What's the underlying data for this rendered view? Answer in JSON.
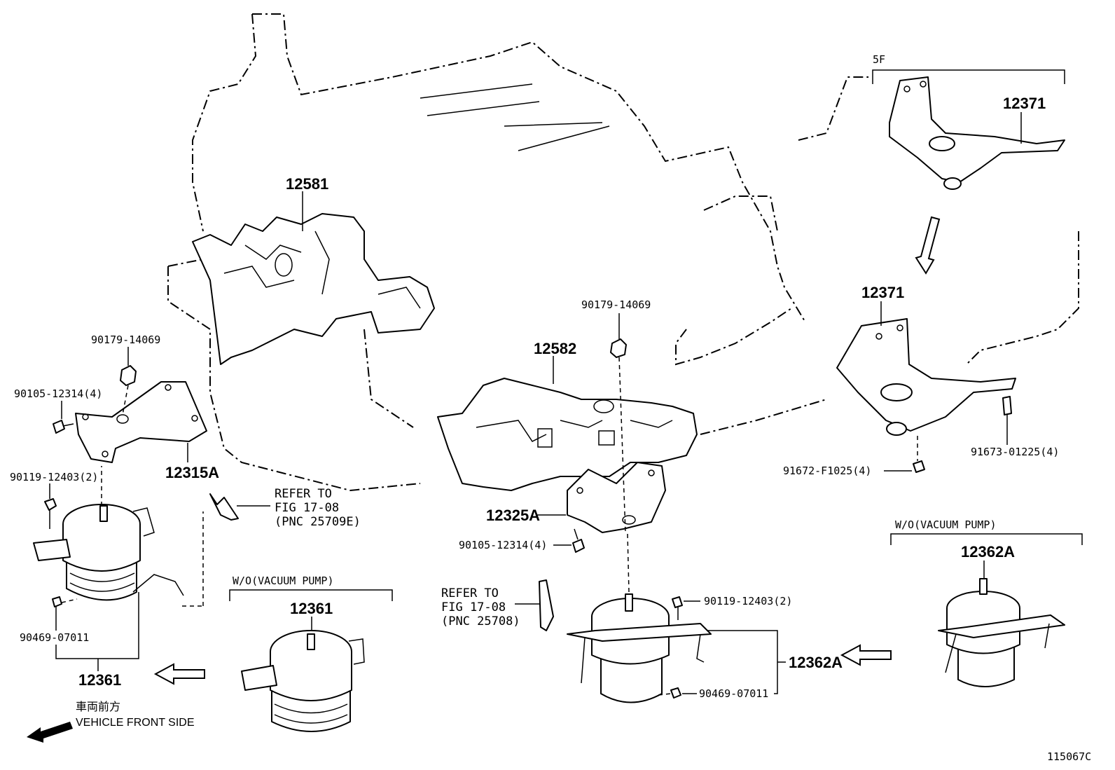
{
  "labels": {
    "p12581": "12581",
    "p12582": "12582",
    "p12371_top": "12371",
    "p12371_mid": "12371",
    "p12315a": "12315A",
    "p12325a": "12325A",
    "p12361_main": "12361",
    "p12361_alt": "12361",
    "p12362a_main": "12362A",
    "p12362a_alt": "12362A",
    "nut_left": "90179-14069",
    "nut_center": "90179-14069",
    "bolt_left_bracket": "90105-12314(4)",
    "bolt_center_bracket": "90105-12314(4)",
    "bolt_left_mount": "90119-12403(2)",
    "bolt_right_mount": "90119-12403(2)",
    "clip_left": "90469-07011",
    "clip_right": "90469-07011",
    "bolt_91673": "91673-01225(4)",
    "bolt_91672": "91672-F1025(4)",
    "variant_5f": "5F",
    "wo_vacuum_left": "W/O(VACUUM PUMP)",
    "wo_vacuum_right": "W/O(VACUUM PUMP)",
    "refer_left_1": "REFER TO",
    "refer_left_2": "FIG 17-08",
    "refer_left_3": "(PNC 25709E)",
    "refer_center_1": "REFER TO",
    "refer_center_2": "FIG 17-08",
    "refer_center_3": "(PNC 25708)",
    "front_jp": "車両前方",
    "front_en": "VEHICLE FRONT SIDE",
    "figure_id": "115067C"
  },
  "icons": {
    "front_arrow": "left-arrow-solid",
    "variant_arrows": "hollow-arrow"
  }
}
